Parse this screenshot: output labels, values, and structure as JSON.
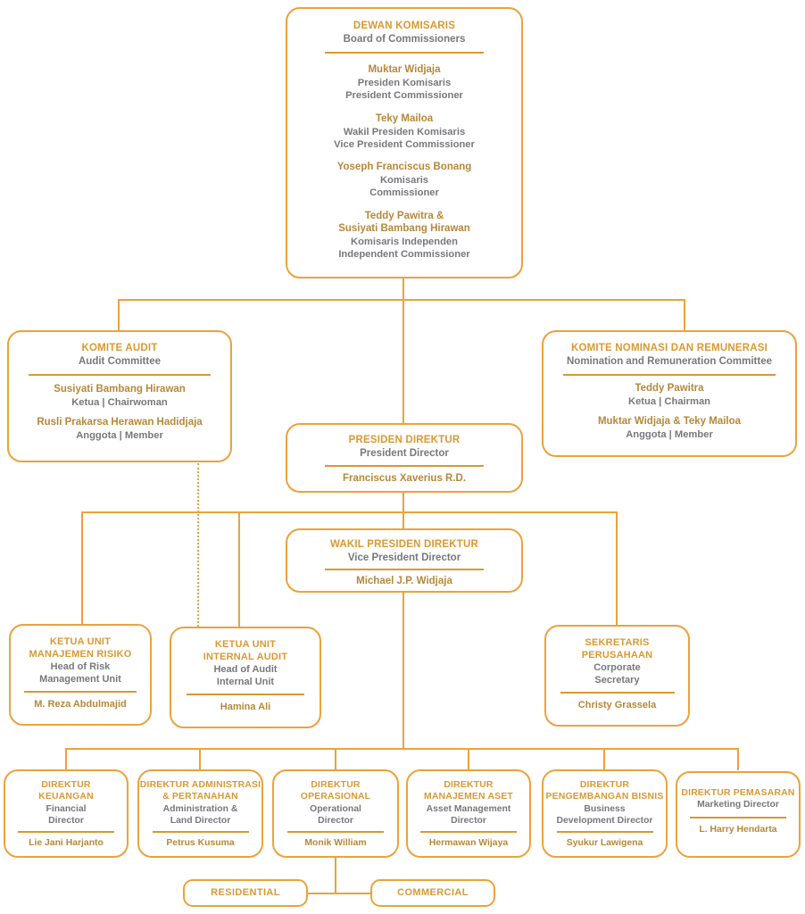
{
  "colors": {
    "box_border": "#EBA23C",
    "heading_text": "#DA9831",
    "name_text": "#B5883A",
    "role_text": "#77787B",
    "connector": "#EBA23C"
  },
  "org": {
    "dewan": {
      "title": "DEWAN KOMISARIS",
      "subtitle": "Board of Commissioners",
      "members": [
        {
          "name": "Muktar Widjaja",
          "role1": "Presiden Komisaris",
          "role2": "President Commissioner"
        },
        {
          "name": "Teky Mailoa",
          "role1": "Wakil Presiden Komisaris",
          "role2": "Vice President Commissioner"
        },
        {
          "name": "Yoseph Franciscus Bonang",
          "role1": "Komisaris",
          "role2": "Commissioner"
        },
        {
          "name": "Teddy Pawitra &\nSusiyati Bambang Hirawan",
          "role1": "Komisaris Independen",
          "role2": "Independent Commissioner"
        }
      ]
    },
    "audit": {
      "title": "KOMITE AUDIT",
      "subtitle": "Audit Committee",
      "members": [
        {
          "name": "Susiyati Bambang Hirawan",
          "role1": "Ketua | Chairwoman"
        },
        {
          "name": "Rusli Prakarsa Herawan Hadidjaja",
          "role1": "Anggota | Member"
        }
      ]
    },
    "nominasi": {
      "title": "KOMITE NOMINASI DAN REMUNERASI",
      "subtitle": "Nomination and Remuneration Committee",
      "members": [
        {
          "name": "Teddy Pawitra",
          "role1": "Ketua | Chairman"
        },
        {
          "name": "Muktar Widjaja & Teky Mailoa",
          "role1": "Anggota | Member"
        }
      ]
    },
    "presdir": {
      "title": "PRESIDEN DIREKTUR",
      "subtitle": "President Director",
      "name": "Franciscus Xaverius R.D."
    },
    "wakil": {
      "title": "WAKIL PRESIDEN DIREKTUR",
      "subtitle": "Vice President Director",
      "name": "Michael J.P. Widjaja"
    },
    "risiko": {
      "title": "KETUA UNIT\nMANAJEMEN RISIKO",
      "subtitle": "Head of Risk\nManagement Unit",
      "name": "M. Reza Abdulmajid"
    },
    "internal": {
      "title": "KETUA UNIT\nINTERNAL AUDIT",
      "subtitle": "Head of Audit\nInternal Unit",
      "name": "Hamina Ali"
    },
    "sekretaris": {
      "title": "SEKRETARIS\nPERUSAHAAN",
      "subtitle": "Corporate\nSecretary",
      "name": "Christy Grassela"
    },
    "directors": [
      {
        "title": "DIREKTUR\nKEUANGAN",
        "subtitle": "Financial\nDirector",
        "name": "Lie Jani Harjanto"
      },
      {
        "title": "DIREKTUR ADMINISTRASI\n& PERTANAHAN",
        "subtitle": "Administration &\nLand Director",
        "name": "Petrus Kusuma"
      },
      {
        "title": "DIREKTUR\nOPERASIONAL",
        "subtitle": "Operational\nDirector",
        "name": "Monik William"
      },
      {
        "title": "DIREKTUR\nMANAJEMEN ASET",
        "subtitle": "Asset Management\nDirector",
        "name": "Hermawan Wijaya"
      },
      {
        "title": "DIREKTUR\nPENGEMBANGAN BISNIS",
        "subtitle": "Business\nDevelopment Director",
        "name": "Syukur Lawigena"
      },
      {
        "title": "DIREKTUR PEMASARAN",
        "subtitle": "Marketing Director",
        "name": "L. Harry Hendarta"
      }
    ],
    "segments": [
      {
        "label": "RESIDENTIAL"
      },
      {
        "label": "COMMERCIAL"
      }
    ]
  }
}
